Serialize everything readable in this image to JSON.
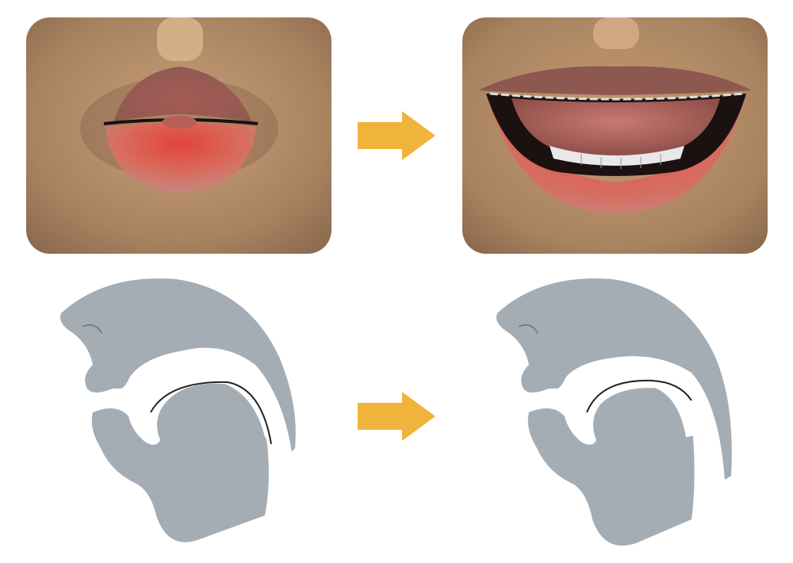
{
  "figure": {
    "colors": {
      "arrow": "#f0b43c",
      "skin": "#c49a72",
      "lip": "#d8544a",
      "tissue": "#a4acb4",
      "background": "#ffffff"
    },
    "panels": [
      {
        "id": "lips-closed",
        "icon": "lips-rounded-closed"
      },
      {
        "id": "lips-open",
        "icon": "lips-spread-open-smile"
      },
      {
        "id": "sagittal-before",
        "icon": "vocal-tract-profile"
      },
      {
        "id": "sagittal-after",
        "icon": "vocal-tract-profile"
      }
    ],
    "arrows": [
      {
        "id": "arrow-top",
        "icon": "right-arrow-icon"
      },
      {
        "id": "arrow-bottom",
        "icon": "right-arrow-icon"
      }
    ]
  }
}
